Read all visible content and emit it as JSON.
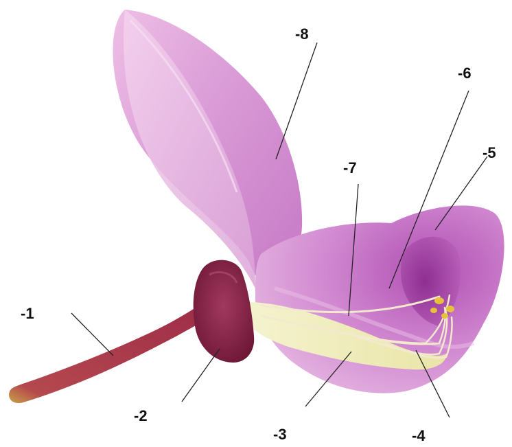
{
  "labels": {
    "l1": "-1",
    "l2": "-2",
    "l3": "-3",
    "l4": "-4",
    "l5": "-5",
    "l6": "-6",
    "l7": "-7",
    "l8": "-8"
  },
  "colors": {
    "background": "#ffffff",
    "petal_light": "#e2a6dc",
    "petal_mid": "#c978c9",
    "petal_dark": "#9a2f9a",
    "pedicel": "#a8374a",
    "calyx": "#8b2246",
    "keel_cream": "#f2f0c4",
    "anther_yellow": "#e6c23c",
    "leader_line": "#222222"
  }
}
